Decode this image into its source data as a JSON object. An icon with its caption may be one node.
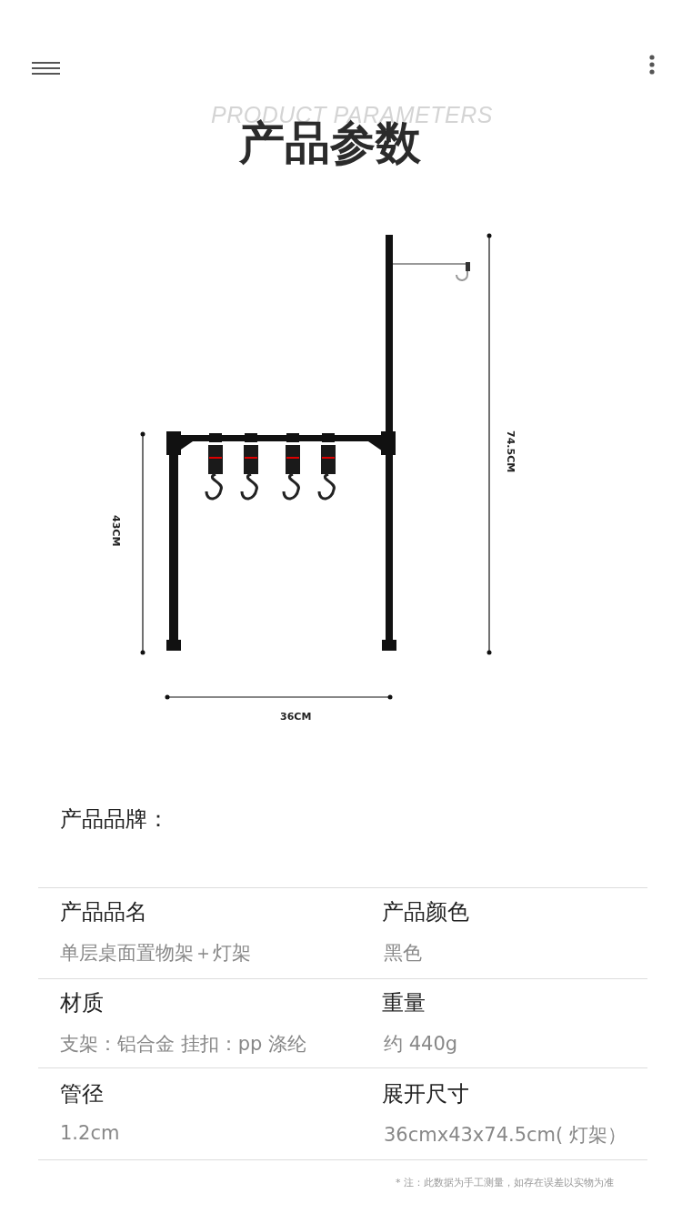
{
  "diagram": {
    "title": "产品参数",
    "labels": [
      "PRODUCT PARAMETERS",
      "74.5CM",
      "43CM",
      "36CM",
      "产品品牌：",
      "产品品名",
      "产品颜色",
      "单层桌面置物架＋灯架",
      "黑色",
      "材质",
      "重量",
      "支架：铝合金 挂扣：pp 涤纶",
      "约 440g",
      "管径",
      "展开尺寸",
      "1.2cm",
      "36cmx43x74.5cm( 灯架）",
      "* 注：此数据为手工测量，如存在误差以实物为准"
    ]
  }
}
